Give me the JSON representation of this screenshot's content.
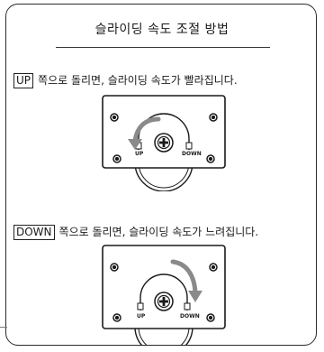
{
  "title": "슬라이딩 속도 조절 방법",
  "instruction_up": {
    "key": "UP",
    "text": "쪽으로 돌리면, 슬라이딩 속도가 빨라집니다."
  },
  "instruction_down": {
    "key": "DOWN",
    "text": "쪽으로 돌리면, 슬라이딩 속도가 느려집니다."
  },
  "figure_labels": {
    "up": "UP",
    "down": "DOWN"
  },
  "colors": {
    "arrow": "#8a8a8a",
    "line": "#1a1a1a",
    "border": "#2b2b2b"
  }
}
